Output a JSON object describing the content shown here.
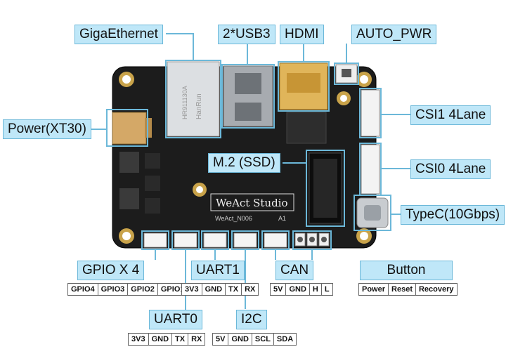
{
  "labels": {
    "gigaethernet": "GigaEthernet",
    "usb3": "2*USB3",
    "hdmi": "HDMI",
    "auto_pwr": "AUTO_PWR",
    "power": "Power(XT30)",
    "csi1": "CSI1 4Lane",
    "csi0": "CSI0 4Lane",
    "m2": "M.2 (SSD)",
    "typec": "TypeC(10Gbps)",
    "gpio": "GPIO X 4",
    "uart1": "UART1",
    "can": "CAN",
    "button": "Button",
    "uart0": "UART0",
    "i2c": "I2C"
  },
  "pins": {
    "gpio": [
      "GPIO4",
      "GPIO3",
      "GPIO2",
      "GPIO1"
    ],
    "uart1": [
      "3V3",
      "GND",
      "TX",
      "RX"
    ],
    "can": [
      "5V",
      "GND",
      "H",
      "L"
    ],
    "button": [
      "Power",
      "Reset",
      "Recovery"
    ],
    "uart0": [
      "3V3",
      "GND",
      "TX",
      "RX"
    ],
    "i2c": [
      "5V",
      "GND",
      "SCL",
      "SDA"
    ]
  },
  "board": {
    "brand": "WeAct Studio",
    "model": "WeAct_N006",
    "rev": "A1",
    "ethernet_chip": "HR911130A",
    "ethernet_brand": "HanRun"
  },
  "colors": {
    "label_fill": "#bfe7f8",
    "label_border": "#6cb8d9",
    "leader_line": "#6cb8d9",
    "pcb": "#1c1c1c"
  }
}
